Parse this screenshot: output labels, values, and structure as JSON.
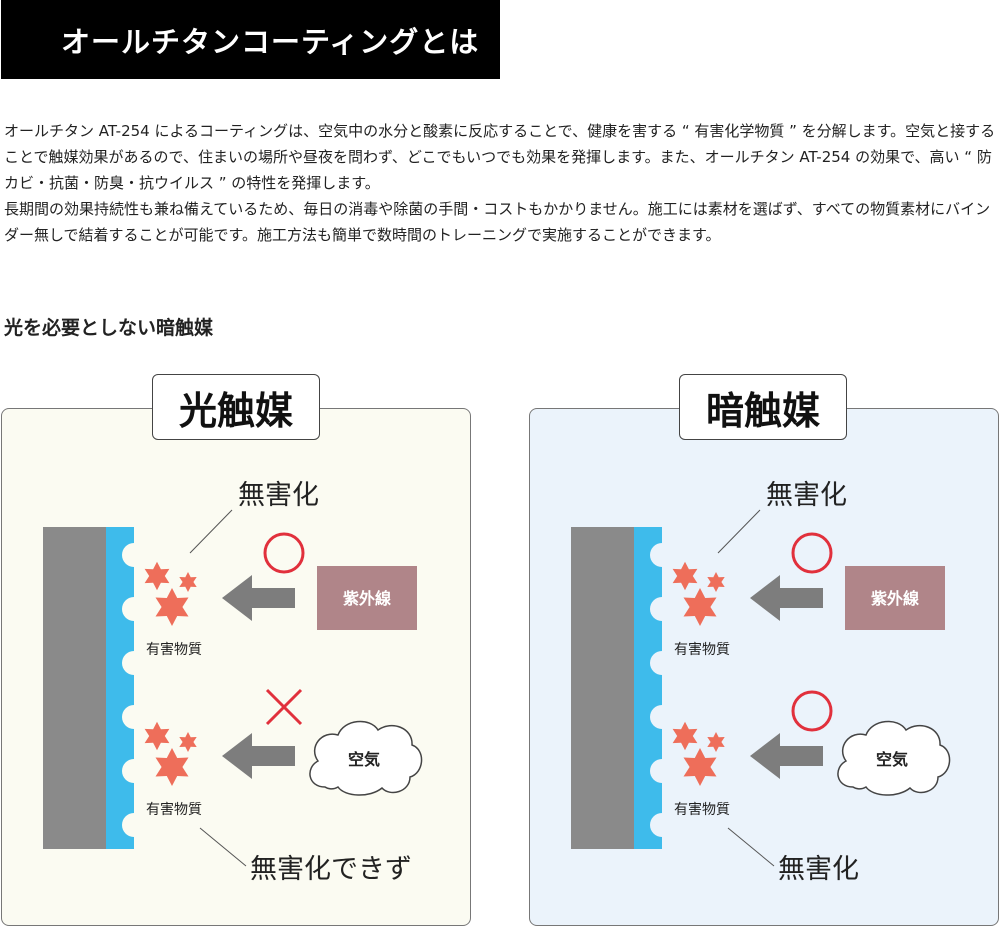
{
  "header": {
    "title": "オールチタンコーティングとは"
  },
  "body": {
    "paragraphs": [
      "オールチタン AT-254 によるコーティングは、空気中の水分と酸素に反応することで、健康を害する “ 有害化学物質 ” を分解します。空気と接することで触媒効果があるので、住まいの場所や昼夜を問わず、どこでもいつでも効果を発揮します。また、オールチタン AT-254 の効果で、高い “ 防カビ・抗菌・防臭・抗ウイルス ” の特性を発揮します。",
      "長期間の効果持続性も兼ね備えているため、毎日の消毒や除菌の手間・コストもかかりません。施工には素材を選ばず、すべての物質素材にバインダー無しで結着することが可能です。施工方法も簡単で数時間のトレーニングで実施することができます。"
    ]
  },
  "section": {
    "heading": "光を必要としない暗触媒"
  },
  "panels": {
    "left": {
      "label": "光触媒",
      "top_result": "無害化",
      "bottom_result": "無害化できず",
      "harmful_top": "有害物質",
      "harmful_bottom": "有害物質",
      "source_top": "紫外線",
      "source_bottom": "空気",
      "mark_top": "○",
      "mark_bottom": "×"
    },
    "right": {
      "label": "暗触媒",
      "top_result": "無害化",
      "bottom_result": "無害化",
      "harmful_top": "有害物質",
      "harmful_bottom": "有害物質",
      "source_top": "紫外線",
      "source_bottom": "空気",
      "mark_top": "○",
      "mark_bottom": "○"
    }
  },
  "colors": {
    "wall": "#8a8a8a",
    "coating": "#3ebbeb",
    "star": "#ee6e5a",
    "mark": "#e1303c",
    "arrow": "#7d7d7d",
    "uv_box": "#b08589"
  }
}
